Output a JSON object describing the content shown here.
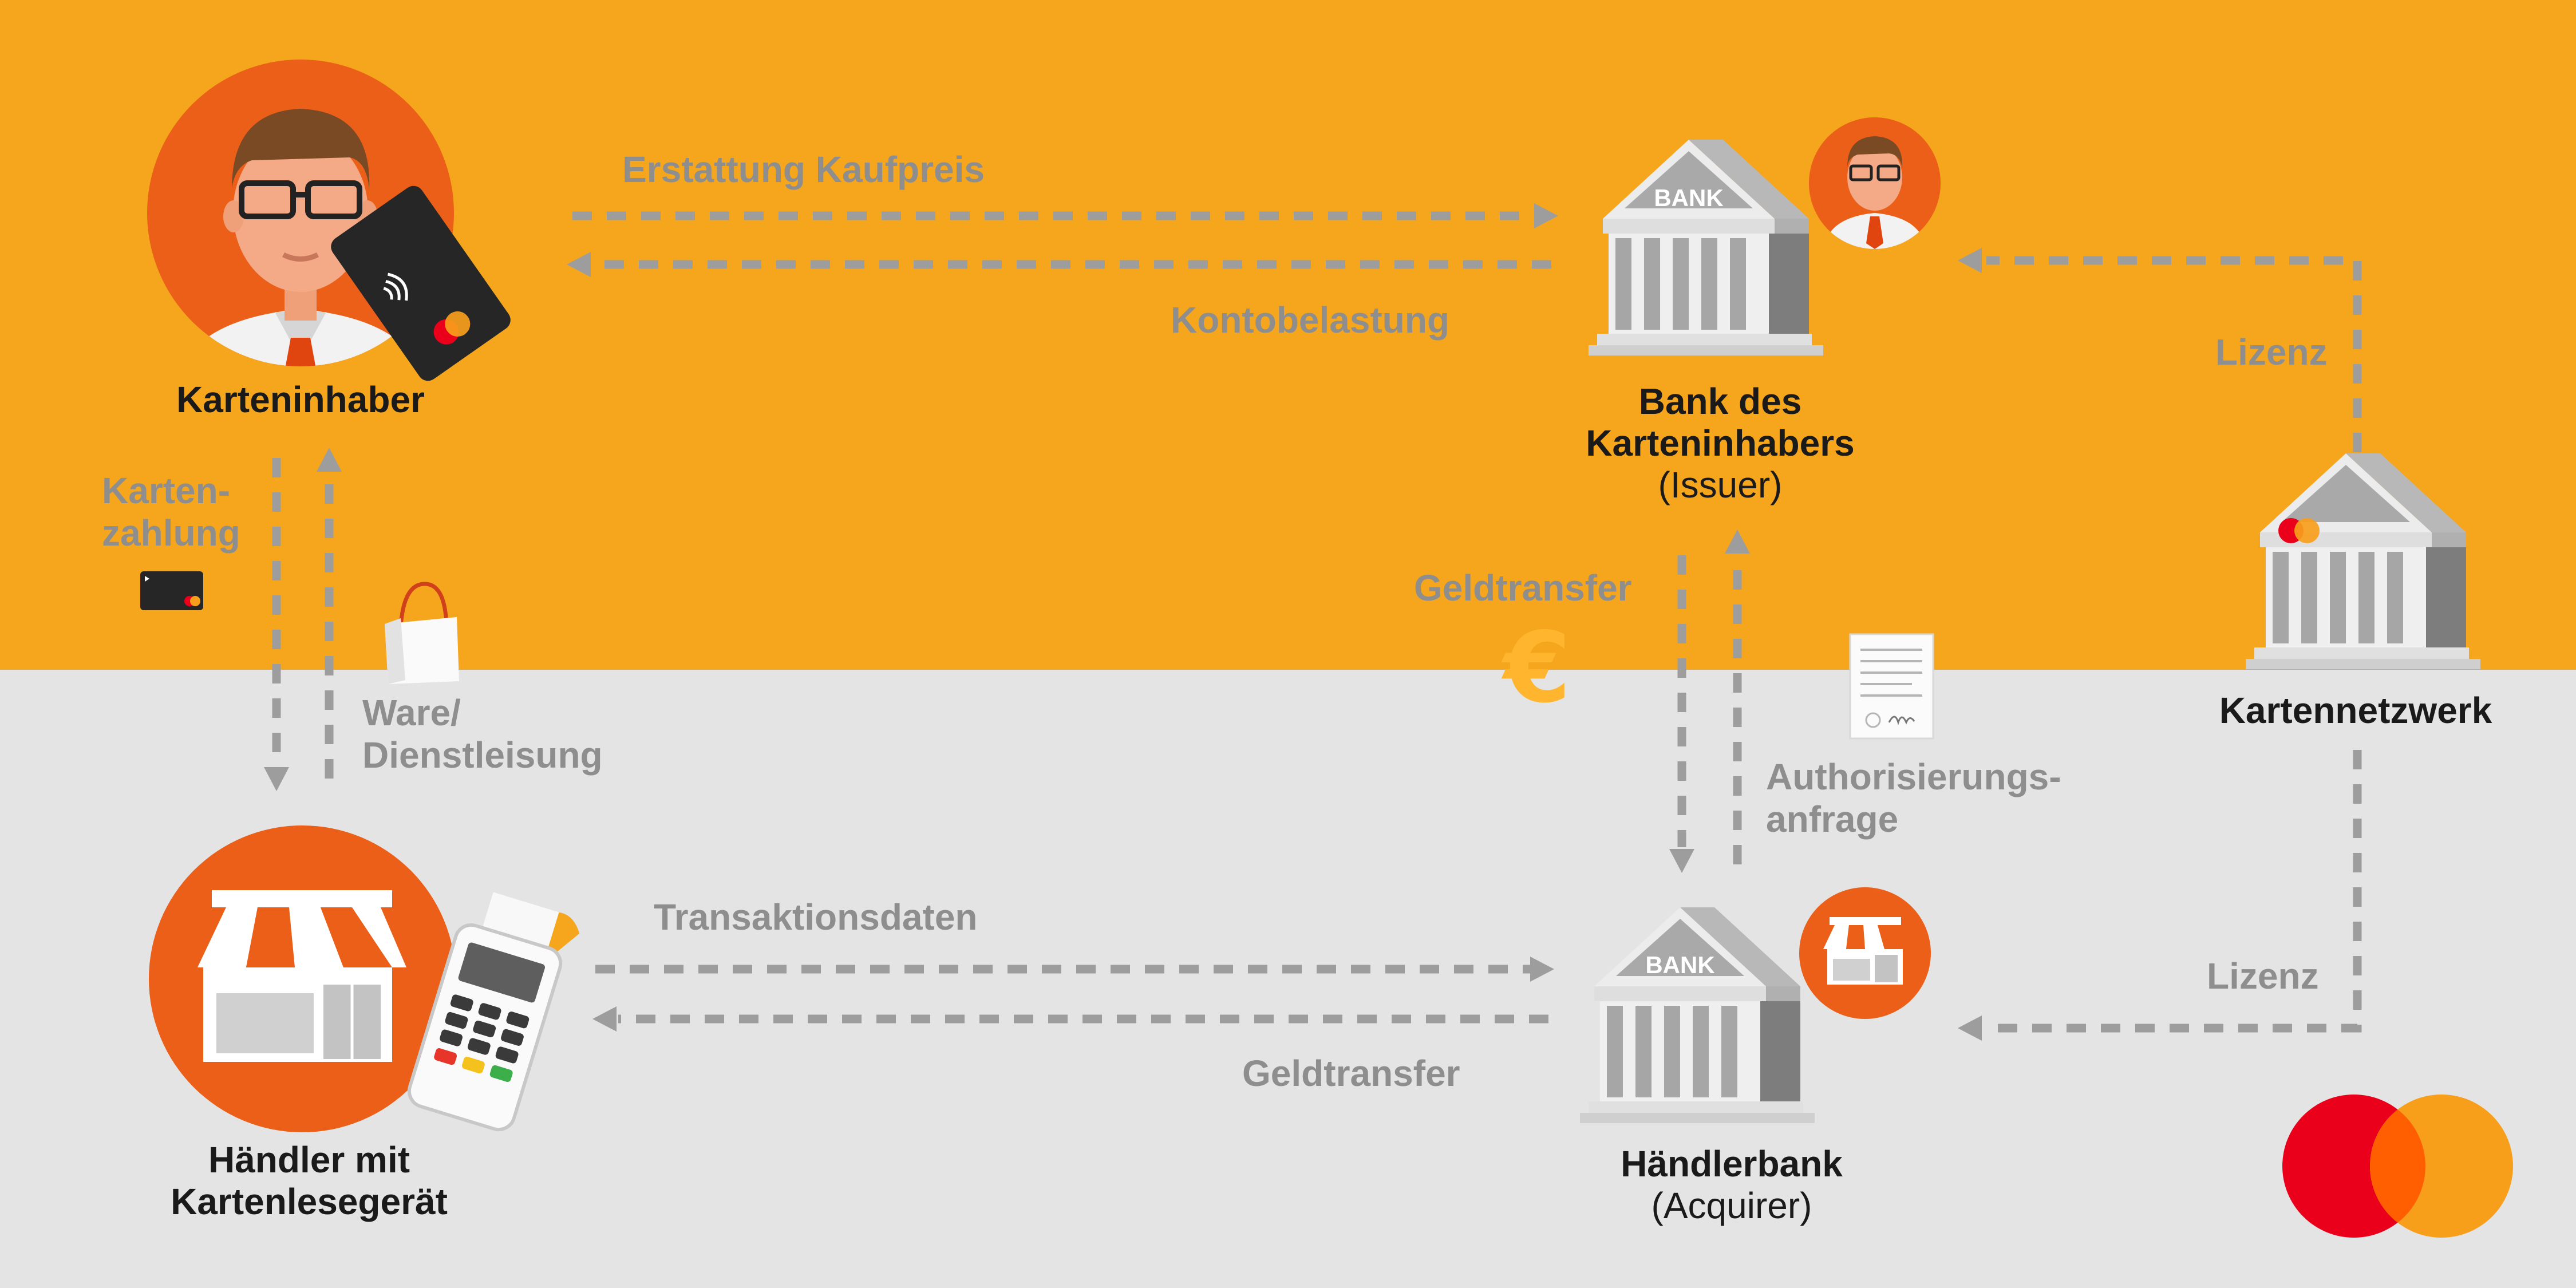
{
  "colors": {
    "top_background": "#f5a61d",
    "bottom_background": "#e4e4e4",
    "accent_orange": "#eb5f18",
    "arrow_gray": "#9d9d9d",
    "label_gray": "#8e8e8e",
    "node_text": "#1a1a1a",
    "mastercard_red": "#eb001b",
    "mastercard_yellow": "#f79e1b"
  },
  "nodes": {
    "cardholder": {
      "label": "Karteninhaber",
      "icon": "cardholder-with-card-icon"
    },
    "issuer": {
      "line1": "Bank des",
      "line2": "Karteninhabers",
      "role": "(Issuer)",
      "icon": "bank-building-icon",
      "sign": "BANK"
    },
    "network": {
      "label": "Kartennetzwerk",
      "icon": "card-network-bank-icon"
    },
    "merchant": {
      "line1": "Händler mit",
      "line2": "Kartenlesegerät",
      "icon": "shop-with-card-terminal-icon"
    },
    "acquirer": {
      "label": "Händlerbank",
      "role": "(Acquirer)",
      "icon": "bank-building-icon",
      "sign": "BANK"
    }
  },
  "flows": {
    "refund": "Erstattung Kaufpreis",
    "debit": "Kontobelastung",
    "license_top": "Lizenz",
    "license_bottom": "Lizenz",
    "card_payment_1": "Karten-",
    "card_payment_2": "zahlung",
    "goods_1": "Ware/",
    "goods_2": "Dienstleisung",
    "money_transfer_top": "Geldtransfer",
    "authorization_1": "Authorisierungs-",
    "authorization_2": "anfrage",
    "transaction_data": "Transaktionsdaten",
    "money_transfer_bottom": "Geldtransfer"
  },
  "symbols": {
    "euro": "€"
  }
}
